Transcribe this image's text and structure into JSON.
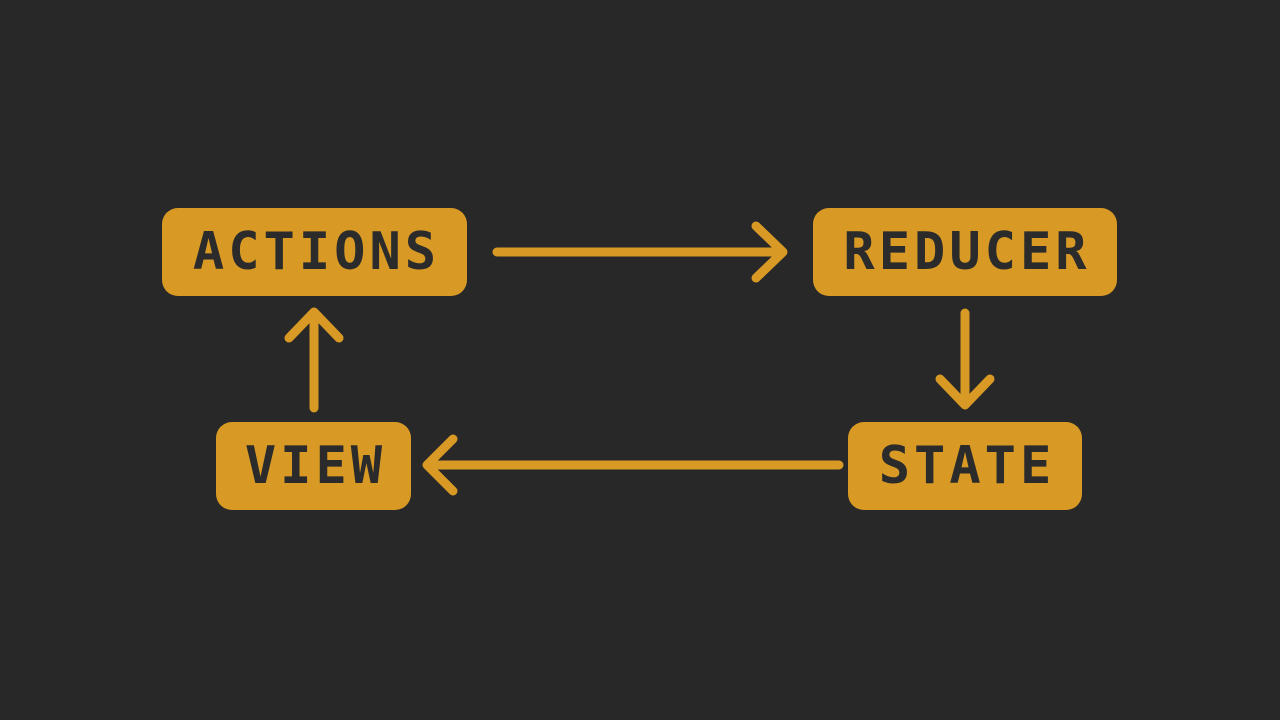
{
  "diagram": {
    "type": "flow-cycle",
    "nodes": [
      {
        "id": "actions",
        "label": "ACTIONS"
      },
      {
        "id": "reducer",
        "label": "REDUCER"
      },
      {
        "id": "state",
        "label": "STATE"
      },
      {
        "id": "view",
        "label": "VIEW"
      }
    ],
    "edges": [
      {
        "from": "actions",
        "to": "reducer",
        "direction": "right"
      },
      {
        "from": "reducer",
        "to": "state",
        "direction": "down"
      },
      {
        "from": "state",
        "to": "view",
        "direction": "left"
      },
      {
        "from": "view",
        "to": "actions",
        "direction": "up"
      }
    ],
    "colors": {
      "background": "#282828",
      "accent": "#D89A25",
      "node_text": "#2B2B2B"
    }
  }
}
